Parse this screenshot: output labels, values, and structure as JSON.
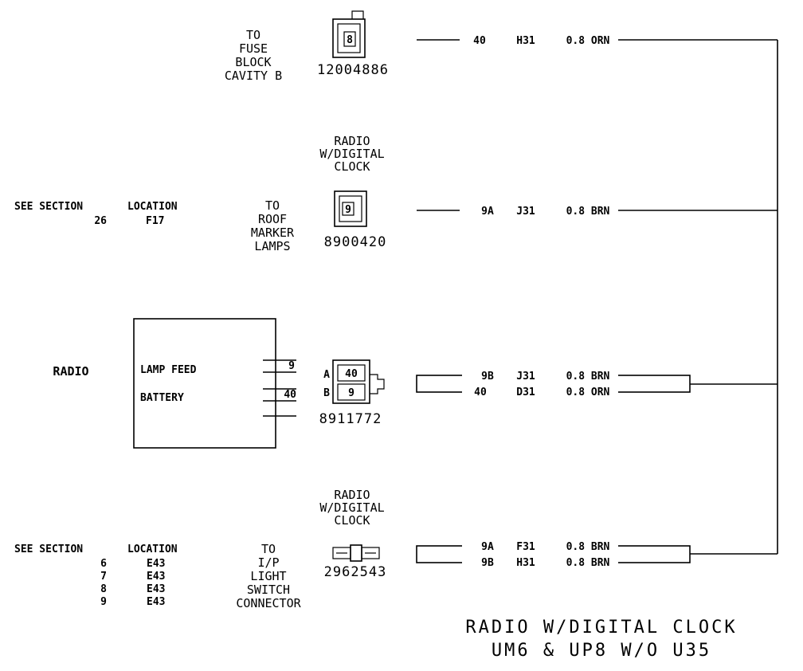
{
  "connectors": [
    {
      "id": "fuse",
      "dest": [
        "TO",
        "FUSE",
        "BLOCK",
        "CAVITY B"
      ],
      "part": "12004886",
      "pins": [
        "8"
      ],
      "wires": [
        {
          "circuit": "40",
          "location": "H31",
          "spec": "0.8 ORN"
        }
      ]
    },
    {
      "id": "roof",
      "header": [
        "RADIO",
        "W/DIGITAL",
        "CLOCK"
      ],
      "dest": [
        "TO",
        "ROOF",
        "MARKER",
        "LAMPS"
      ],
      "part": "8900420",
      "pins": [
        "9"
      ],
      "see": {
        "section_label": "SEE SECTION",
        "location_label": "LOCATION",
        "rows": [
          {
            "section": "26",
            "location": "F17"
          }
        ]
      },
      "wires": [
        {
          "circuit": "9A",
          "location": "J31",
          "spec": "0.8 BRN"
        }
      ]
    },
    {
      "id": "radio",
      "part": "8911772",
      "pin_letters": [
        "A",
        "B"
      ],
      "pins": [
        "40",
        "9"
      ],
      "wires": [
        {
          "circuit": "9B",
          "location": "J31",
          "spec": "0.8 BRN"
        },
        {
          "circuit": "40",
          "location": "D31",
          "spec": "0.8 ORN"
        }
      ]
    },
    {
      "id": "light",
      "header": [
        "RADIO",
        "W/DIGITAL",
        "CLOCK"
      ],
      "dest": [
        "TO",
        "I/P",
        "LIGHT",
        "SWITCH",
        "CONNECTOR"
      ],
      "part": "2962543",
      "see": {
        "section_label": "SEE SECTION",
        "location_label": "LOCATION",
        "rows": [
          {
            "section": "6",
            "location": "E43"
          },
          {
            "section": "7",
            "location": "E43"
          },
          {
            "section": "8",
            "location": "E43"
          },
          {
            "section": "9",
            "location": "E43"
          }
        ]
      },
      "wires": [
        {
          "circuit": "9A",
          "location": "F31",
          "spec": "0.8 BRN"
        },
        {
          "circuit": "9B",
          "location": "H31",
          "spec": "0.8 BRN"
        }
      ]
    }
  ],
  "radio_box": {
    "label": "RADIO",
    "terminals": [
      {
        "name": "LAMP FEED",
        "pin": "9"
      },
      {
        "name": "BATTERY",
        "pin": "40"
      }
    ]
  },
  "footer": {
    "line1": "RADIO W/DIGITAL CLOCK",
    "line2": "UM6 & UP8 W/O U35"
  }
}
